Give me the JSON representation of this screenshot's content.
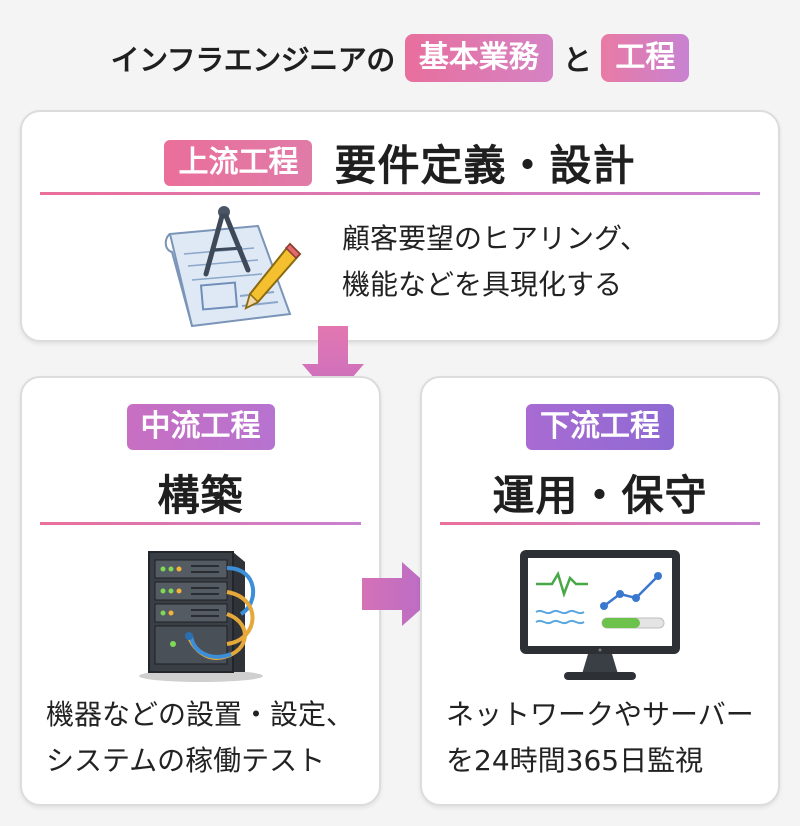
{
  "header": {
    "title_prefix": "インフラエンジニアの",
    "badge_basic": "基本業務",
    "connector": "と",
    "badge_process": "工程"
  },
  "upstream": {
    "badge": "上流工程",
    "title": "要件定義・設計",
    "desc_line1": "顧客要望のヒアリング、",
    "desc_line2": "機能などを具現化する",
    "icon": "blueprint-compass-pencil-icon"
  },
  "midstream": {
    "badge": "中流工程",
    "title": "構築",
    "desc_line1": "機器などの設置・設定、",
    "desc_line2": "システムの稼働テスト",
    "icon": "server-rack-icon"
  },
  "downstream": {
    "badge": "下流工程",
    "title": "運用・保守",
    "desc_line1": "ネットワークやサーバー",
    "desc_line2": "を24時間365日監視",
    "icon": "monitor-dashboard-icon"
  },
  "colors": {
    "pink": "#ea6f9a",
    "purple": "#a86bd3",
    "arrow": "#d070b8"
  }
}
